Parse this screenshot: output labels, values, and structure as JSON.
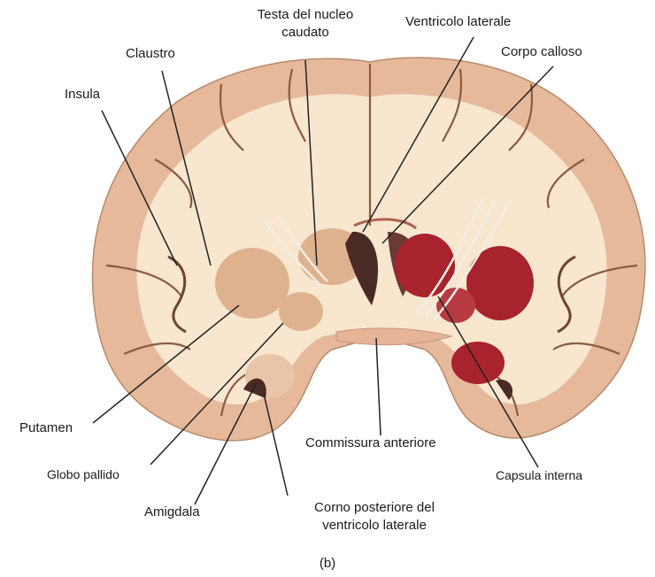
{
  "labels": {
    "testa_l1": "Testa del nucleo",
    "testa_l2": "caudato",
    "ventricolo_laterale": "Ventricolo laterale",
    "claustro": "Claustro",
    "corpo_calloso": "Corpo calloso",
    "insula": "Insula",
    "putamen": "Putamen",
    "globo_pallido": "Globo pallido",
    "commissura_anteriore": "Commissura anteriore",
    "capsula_interna": "Capsula interna",
    "amigdala": "Amigdala",
    "corno_l1": "Corno posteriore del",
    "corno_l2": "ventricolo laterale"
  },
  "caption": "(b)",
  "colors": {
    "outer_cortex": "#e5b99a",
    "white_matter": "#f8e6cf",
    "sulcus": "#8a5a42",
    "nucleus": "#dfb28f",
    "red_nucleus": "#a8232d",
    "ventricle": "#4a2a25",
    "line": "#222222"
  }
}
